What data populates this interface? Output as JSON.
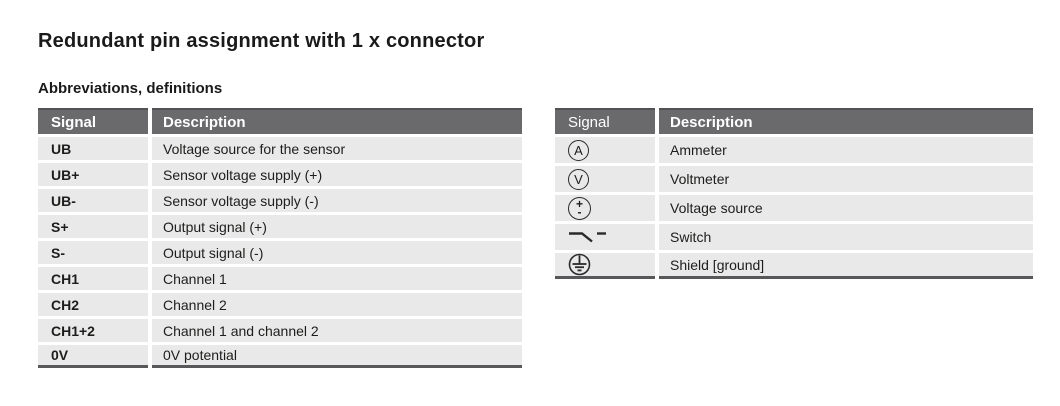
{
  "page": {
    "title": "Redundant pin assignment with 1 x connector",
    "subtitle": "Abbreviations, definitions"
  },
  "colors": {
    "header_bg": "#6a6a6d",
    "header_text": "#ffffff",
    "row_bg": "#e9e9ea",
    "body_text": "#1d1d1b",
    "table_bottom_border": "#58585a"
  },
  "left_table": {
    "headers": {
      "signal": "Signal",
      "description": "Description"
    },
    "rows": [
      {
        "signal": "UB",
        "description": "Voltage source for the sensor"
      },
      {
        "signal": "UB+",
        "description": "Sensor voltage supply (+)"
      },
      {
        "signal": "UB-",
        "description": "Sensor voltage supply (-)"
      },
      {
        "signal": "S+",
        "description": "Output signal (+)"
      },
      {
        "signal": "S-",
        "description": "Output signal (-)"
      },
      {
        "signal": "CH1",
        "description": "Channel 1"
      },
      {
        "signal": "CH2",
        "description": "Channel 2"
      },
      {
        "signal": "CH1+2",
        "description": "Channel 1 and channel 2"
      },
      {
        "signal": "0V",
        "description": "0V potential"
      }
    ]
  },
  "right_table": {
    "headers": {
      "signal": "Signal",
      "description": "Description"
    },
    "rows": [
      {
        "symbol": "ammeter-symbol",
        "symbol_letter": "A",
        "description": "Ammeter"
      },
      {
        "symbol": "voltmeter-symbol",
        "symbol_letter": "V",
        "description": "Voltmeter"
      },
      {
        "symbol": "voltage-source-symbol",
        "plus": "+",
        "minus": "-",
        "description": "Voltage source"
      },
      {
        "symbol": "switch-symbol",
        "description": "Switch"
      },
      {
        "symbol": "shield-ground-symbol",
        "description": "Shield [ground]"
      }
    ]
  }
}
